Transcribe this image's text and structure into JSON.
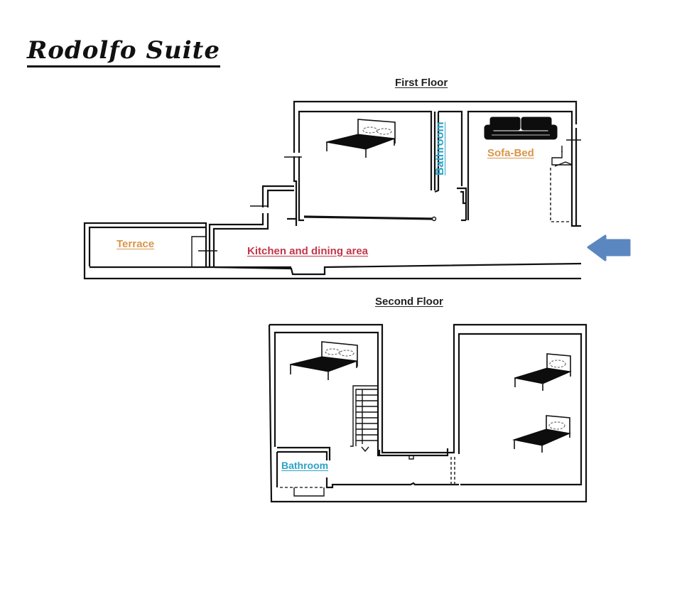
{
  "title": "Rodolfo Suite",
  "floors": {
    "first": {
      "heading": "First Floor",
      "rooms": [
        {
          "label": "Bathroom",
          "color": "#2aa3c8",
          "orientation": "vertical"
        },
        {
          "label": "Sofa-Bed",
          "color": "#d9954a"
        },
        {
          "label": "Terrace",
          "color": "#d9954a"
        },
        {
          "label": "Kitchen and dining area",
          "color": "#c0374a"
        }
      ],
      "furniture": [
        "double-bed",
        "sofa"
      ],
      "entrance_arrow": {
        "direction": "left",
        "color": "#5b87c1"
      }
    },
    "second": {
      "heading": "Second Floor",
      "rooms": [
        {
          "label": "Bathroom",
          "color": "#2aa3c8"
        }
      ],
      "furniture": [
        "double-bed",
        "single-bed",
        "single-bed",
        "staircase"
      ]
    }
  }
}
